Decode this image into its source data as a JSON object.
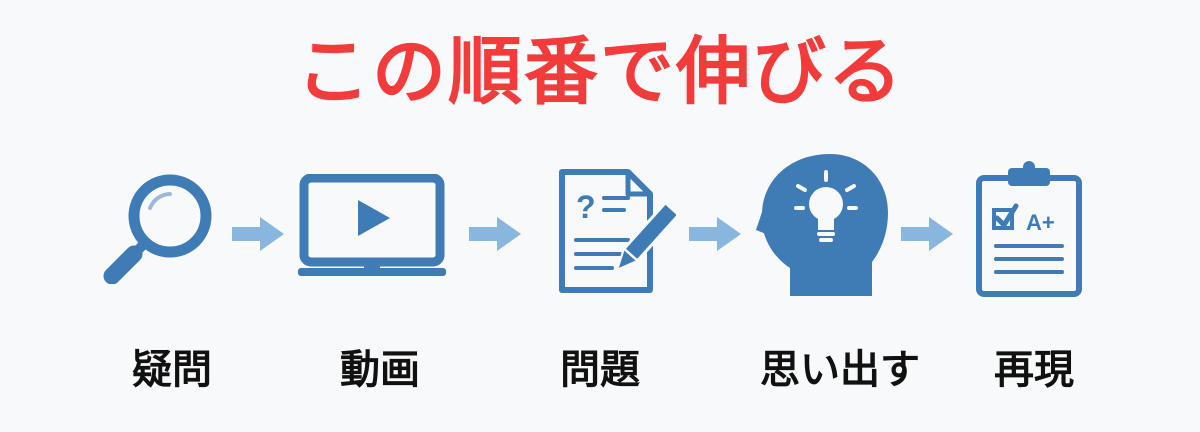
{
  "title": "この順番で伸びる",
  "colors": {
    "title": "#f23b3b",
    "icon": "#3f7bb5",
    "arrow": "#89b6de",
    "label": "#111111"
  },
  "steps": [
    {
      "label": "疑問",
      "icon": "magnifier-icon"
    },
    {
      "label": "動画",
      "icon": "video-player-icon"
    },
    {
      "label": "問題",
      "icon": "question-worksheet-icon"
    },
    {
      "label": "思い出す",
      "icon": "head-lightbulb-icon"
    },
    {
      "label": "再現",
      "icon": "graded-clipboard-icon"
    }
  ],
  "worksheet": {
    "mark": "?"
  },
  "clipboard": {
    "grade": "A+"
  }
}
